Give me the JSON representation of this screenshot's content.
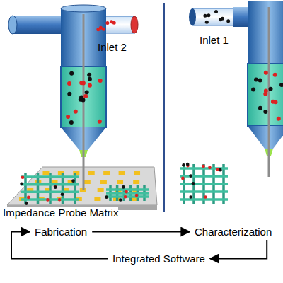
{
  "diagram": {
    "nodes": [
      {
        "text": [
          "Fabrication"
        ]
      },
      {
        "text": [
          "Characterization"
        ]
      },
      {
        "text": [
          "Integrated Software"
        ]
      }
    ],
    "edges": [
      {
        "from": 0,
        "to": 1,
        "arrow": "to"
      },
      {
        "from": 1,
        "to": 2,
        "arrow": "to"
      },
      {
        "from": 2,
        "to": 0,
        "arrow": "to"
      }
    ],
    "labels": [
      "Inlet 2",
      "Inlet 1",
      "Impedance Probe Matrix"
    ]
  }
}
